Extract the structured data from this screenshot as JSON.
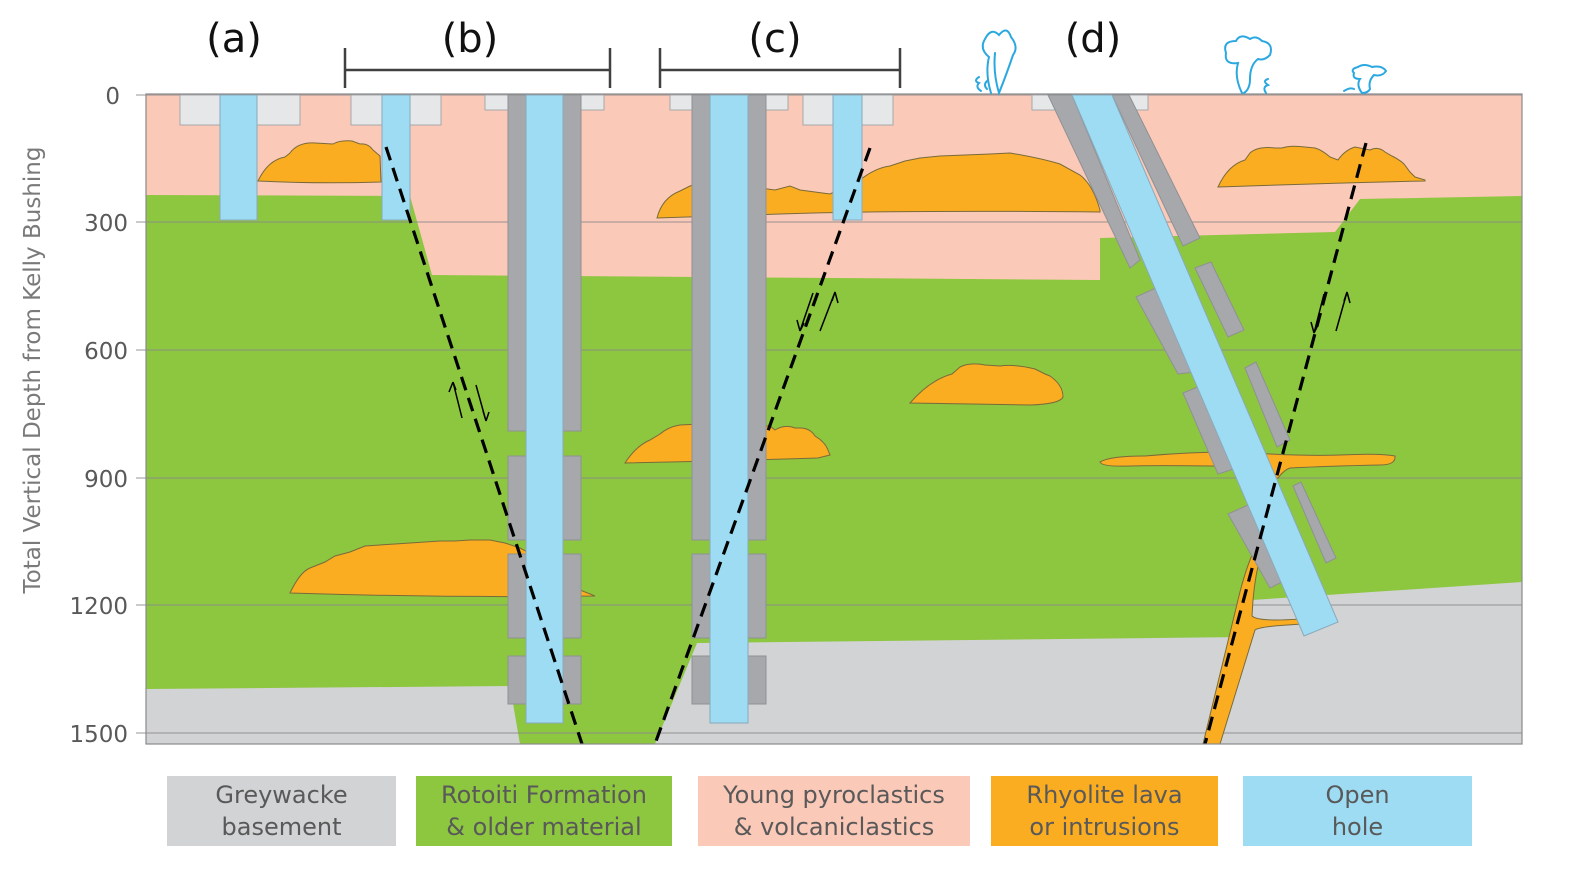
{
  "figure": {
    "panel_labels": [
      "(a)",
      "(b)",
      "(c)",
      "(d)"
    ],
    "y_axis": {
      "title": "Total Vertical Depth from Kelly Bushing",
      "ticks": [
        "0",
        "300",
        "600",
        "900",
        "1200",
        "1500"
      ],
      "tick_values": [
        0,
        300,
        600,
        900,
        1200,
        1500
      ],
      "range": [
        0,
        1500
      ]
    },
    "legend": [
      {
        "key": "greywacke",
        "label": "Greywacke\nbasement",
        "color": "#d1d3d4"
      },
      {
        "key": "rotoiti",
        "label": "Rotoiti Formation\n& older material",
        "color": "#8dc63f"
      },
      {
        "key": "pyroclastics",
        "label": "Young pyroclastics\n& volcaniclastics",
        "color": "#fbc9b8"
      },
      {
        "key": "rhyolite",
        "label": "Rhyolite lava\nor intrusions",
        "color": "#fbad22"
      },
      {
        "key": "open_hole",
        "label": "Open\nhole",
        "color": "#9ddcf3"
      }
    ],
    "colors": {
      "casing": "#a6a8ab",
      "cellar": "#e6e7e8",
      "fault": "#000000",
      "geyser": "#2ba8e0",
      "gridline": "#8a8a8a"
    }
  }
}
